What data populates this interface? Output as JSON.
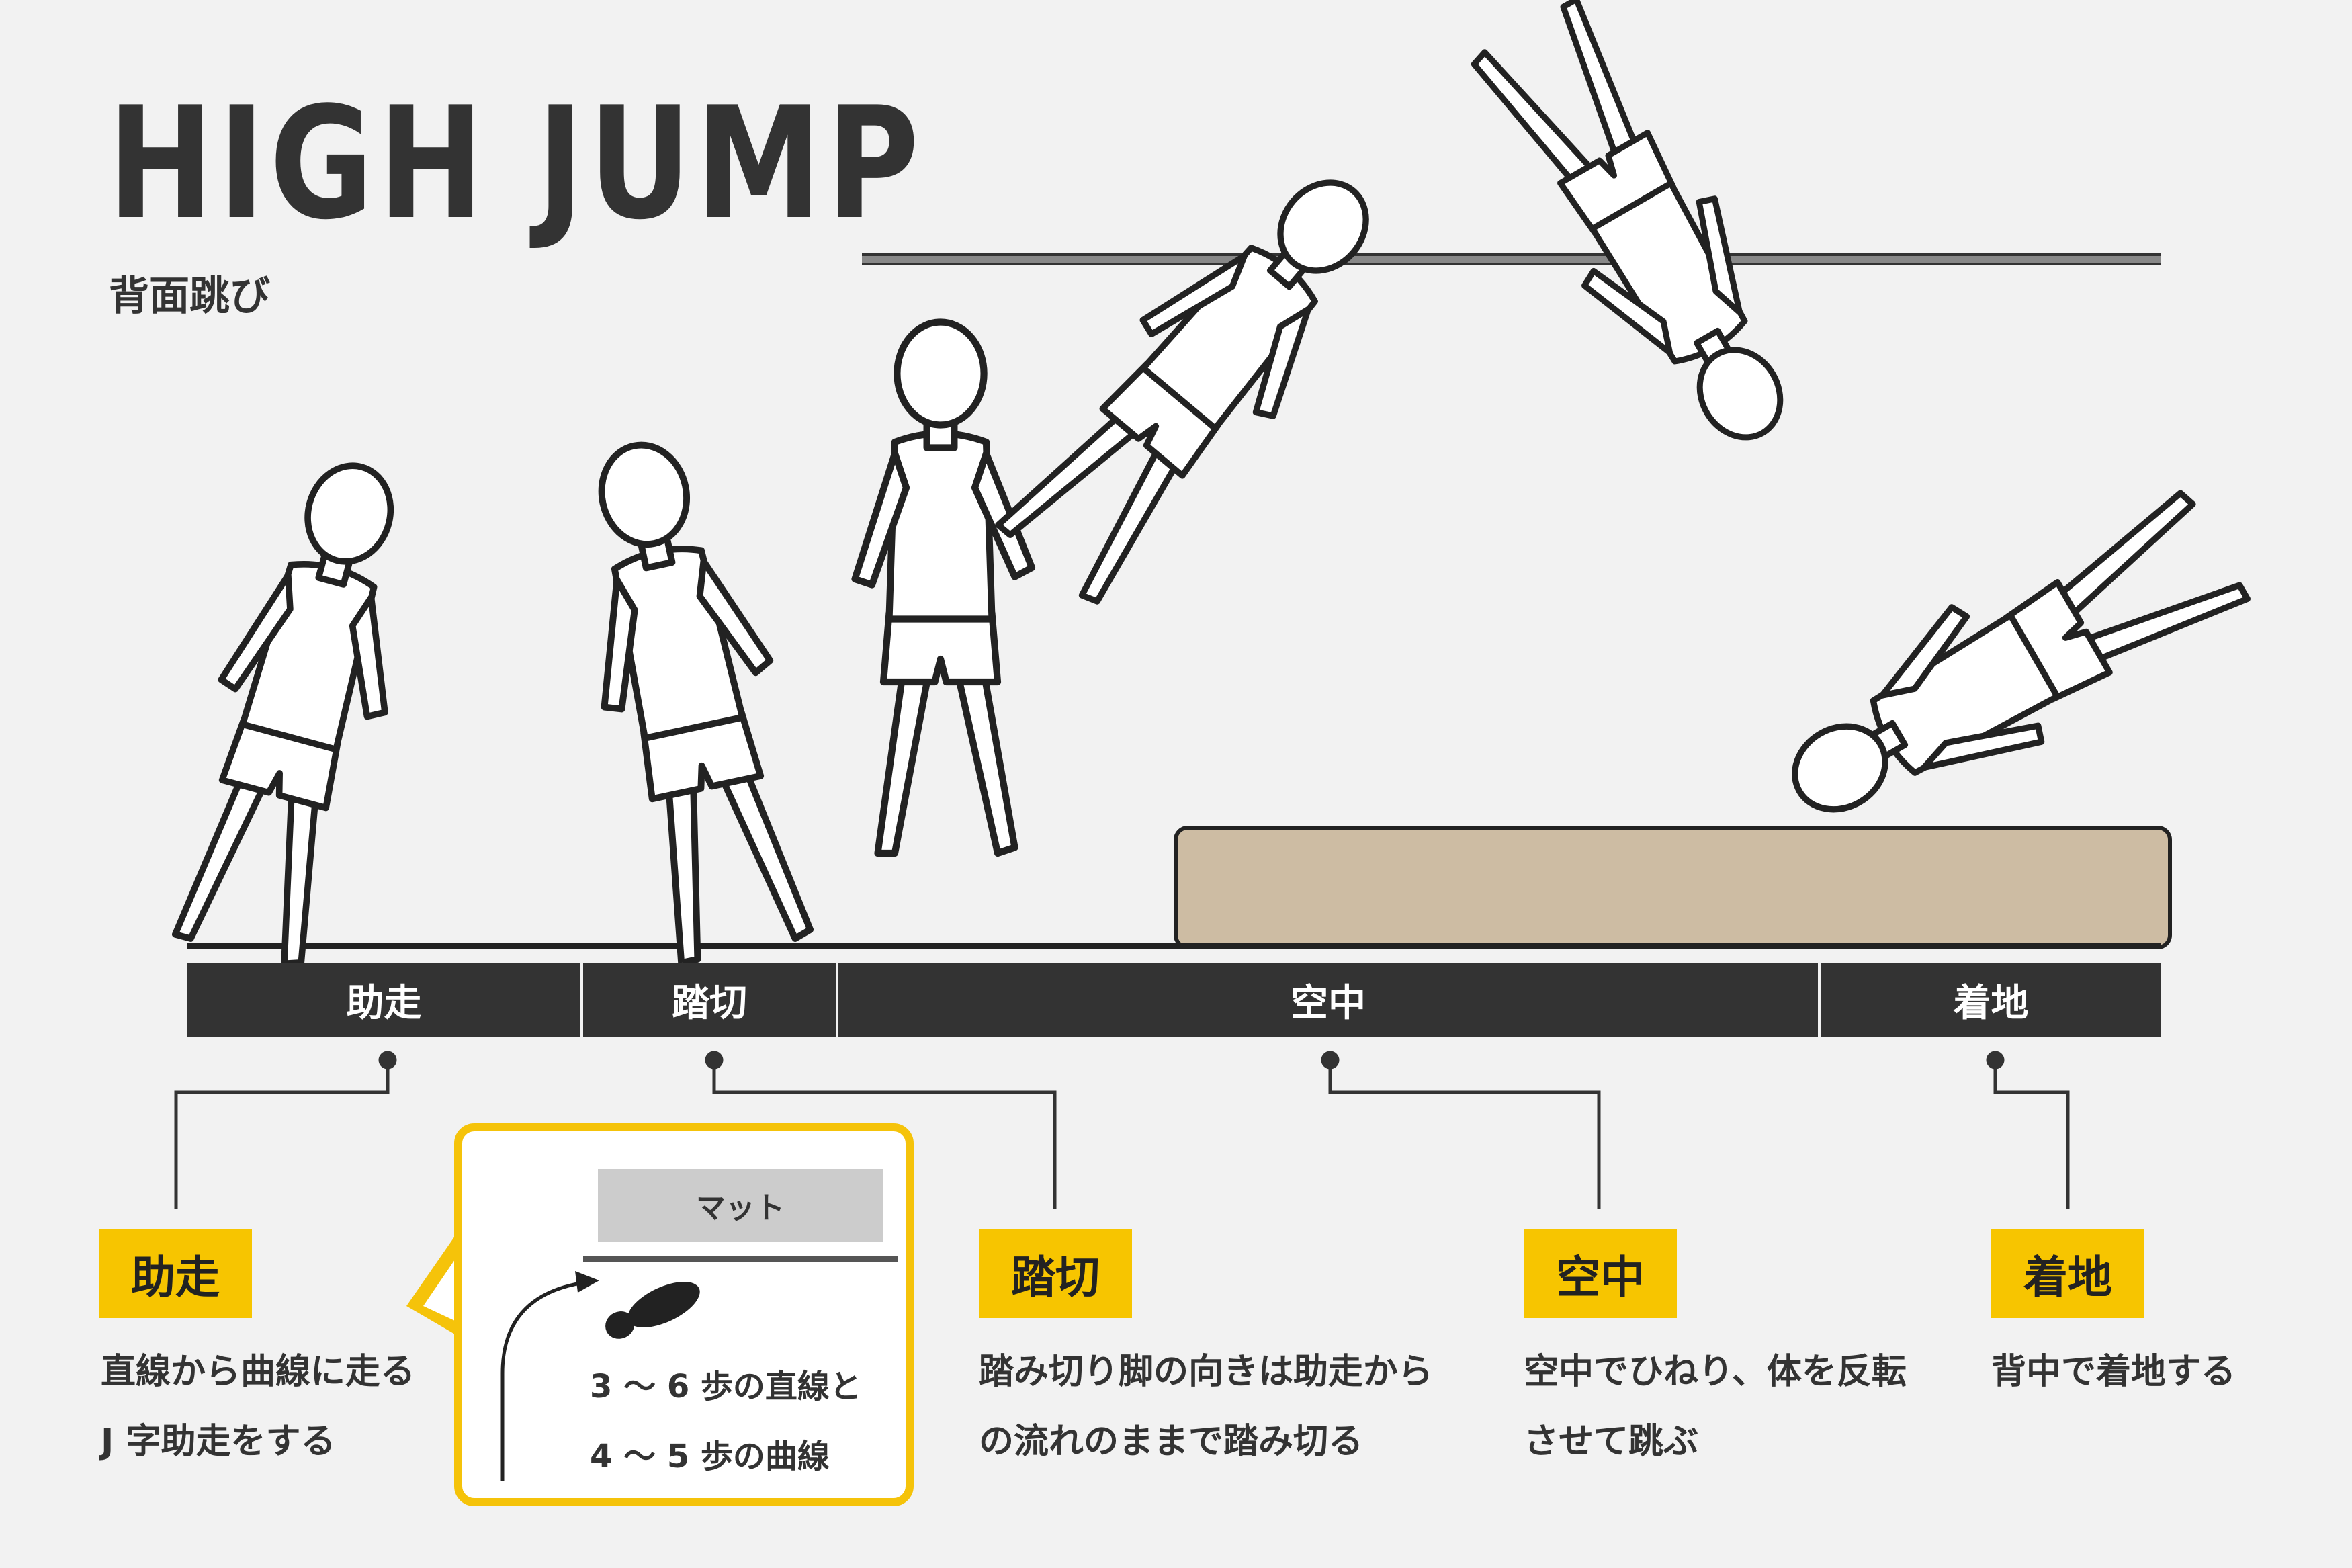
{
  "title": "HIGH JUMP",
  "subtitle": "背面跳び",
  "phases": [
    {
      "label": "助走"
    },
    {
      "label": "踏切"
    },
    {
      "label": "空中"
    },
    {
      "label": "着地"
    }
  ],
  "steps": [
    {
      "badge": "助走",
      "lines": [
        "直線から曲線に走る",
        "J 字助走をする"
      ]
    },
    {
      "badge": "踏切",
      "lines": [
        "踏み切り脚の向きは助走から",
        "の流れのままで踏み切る"
      ]
    },
    {
      "badge": "空中",
      "lines": [
        "空中でひねり、体を反転",
        "させて跳ぶ"
      ]
    },
    {
      "badge": "着地",
      "lines": [
        "背中で着地する"
      ]
    }
  ],
  "callout": {
    "mat_label": "マット",
    "line1": "3 ～ 6 歩の直線と",
    "line2": "4 ～ 5 歩の曲線"
  },
  "colors": {
    "accent": "#f7c500",
    "bar": "#333333",
    "mat": "#cdbca3",
    "background": "#f2f2f2"
  }
}
